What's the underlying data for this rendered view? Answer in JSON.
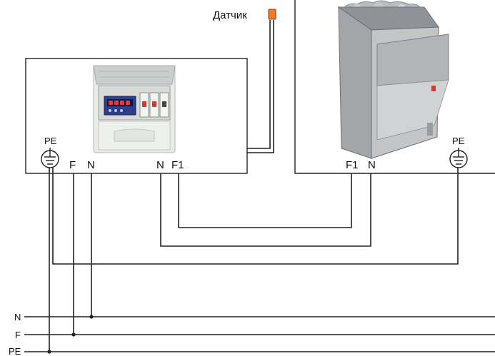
{
  "sensor": {
    "label": "Датчик",
    "color": "#f07a2a"
  },
  "controller": {
    "pe_label": "PE",
    "f_label": "F",
    "n_label": "N",
    "out_n_label": "N",
    "out_f1_label": "F1"
  },
  "heater": {
    "f1_label": "F1",
    "n_label": "N",
    "pe_label": "PE"
  },
  "supply": {
    "n_label": "N",
    "f_label": "F",
    "pe_label": "PE"
  }
}
